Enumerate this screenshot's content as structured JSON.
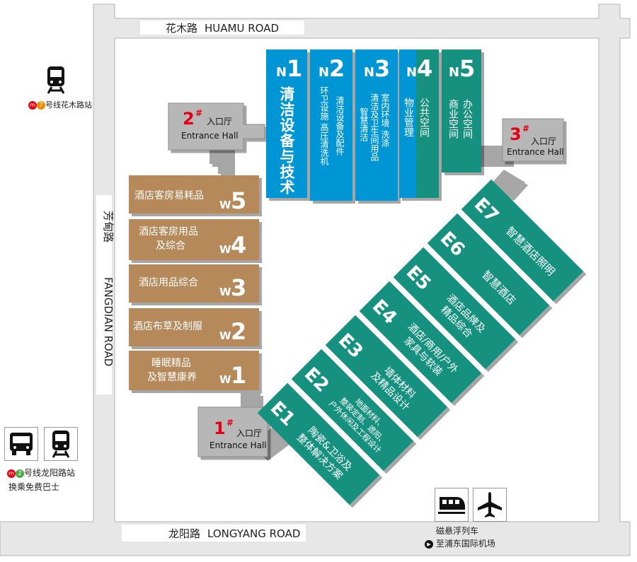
{
  "roads": {
    "north": {
      "cn": "花木路",
      "en": "HUAMU ROAD"
    },
    "south": {
      "cn": "龙阳路",
      "en": "LONGYANG ROAD"
    },
    "west": {
      "cn": "芳甸路",
      "en": "FANGDIAN ROAD"
    }
  },
  "halls_n": [
    {
      "code_letter": "N",
      "code_num": "1",
      "lines": [
        "清洁设备与技术"
      ]
    },
    {
      "code_letter": "N",
      "code_num": "2",
      "lines": [
        "清洁设备及配件",
        "环卫设施 高压清洗机"
      ]
    },
    {
      "code_letter": "N",
      "code_num": "3",
      "lines": [
        "室内环境 洗涤",
        "清洁及卫生间用品",
        "智慧清洁"
      ]
    },
    {
      "code_letter": "N",
      "code_num": "4",
      "lines": [
        "公共空间",
        "物业管理"
      ]
    },
    {
      "code_letter": "N",
      "code_num": "5",
      "lines": [
        "办公空间",
        "商业空间"
      ]
    }
  ],
  "halls_w": [
    {
      "code_letter": "W",
      "code_num": "5",
      "lines": [
        "酒店客房易耗品"
      ]
    },
    {
      "code_letter": "W",
      "code_num": "4",
      "lines": [
        "酒店客房用品",
        "及综合"
      ]
    },
    {
      "code_letter": "W",
      "code_num": "3",
      "lines": [
        "酒店用品综合"
      ]
    },
    {
      "code_letter": "W",
      "code_num": "2",
      "lines": [
        "酒店布草及制服"
      ]
    },
    {
      "code_letter": "W",
      "code_num": "1",
      "lines": [
        "睡眠精品",
        "及智慧康养"
      ]
    }
  ],
  "halls_e": [
    {
      "code_letter": "E",
      "code_num": "7",
      "lines": [
        "智慧酒店照明"
      ]
    },
    {
      "code_letter": "E",
      "code_num": "6",
      "lines": [
        "智慧酒店"
      ]
    },
    {
      "code_letter": "E",
      "code_num": "5",
      "lines": [
        "酒店品牌及",
        "精品综合"
      ]
    },
    {
      "code_letter": "E",
      "code_num": "4",
      "lines": [
        "酒店/商用/户外",
        "家具与软装"
      ]
    },
    {
      "code_letter": "E",
      "code_num": "3",
      "lines": [
        "墙体材料",
        "及精品设计"
      ]
    },
    {
      "code_letter": "E",
      "code_num": "2",
      "lines": [
        "地面材料、",
        "整装定制、遮阳、",
        "户外休闲及工程设计"
      ]
    },
    {
      "code_letter": "E",
      "code_num": "1",
      "lines": [
        "陶瓷&卫浴及",
        "整体解决方案"
      ]
    }
  ],
  "entrances": [
    {
      "num": "1",
      "sup": "#",
      "cn": "入口厅",
      "en": "Entrance Hall"
    },
    {
      "num": "2",
      "sup": "#",
      "cn": "入口厅",
      "en": "Entrance Hall"
    },
    {
      "num": "3",
      "sup": "#",
      "cn": "入口厅",
      "en": "Entrance Hall"
    }
  ],
  "stations": {
    "huamu": {
      "line_num": "7",
      "caption": "号线花木路站",
      "line_color": "#f28c00"
    },
    "longyang": {
      "line_num": "2",
      "caption": "号线龙阳路站",
      "caption2": "换乘免费巴士",
      "line_color": "#4ba946"
    },
    "maglev": {
      "caption": "磁悬浮列车",
      "caption2": "至浦东国际机场"
    }
  },
  "icons": [
    "metro-train-icon",
    "bus-icon",
    "maglev-train-icon",
    "airplane-icon",
    "play-icon"
  ],
  "colors": {
    "n_hall": "#0096d6",
    "n_hall_teal": "#17917f",
    "w_hall": "#b5895a",
    "e_hall": "#17917f",
    "entrance": "#b7b7b7",
    "road": "#e7e7e7"
  }
}
